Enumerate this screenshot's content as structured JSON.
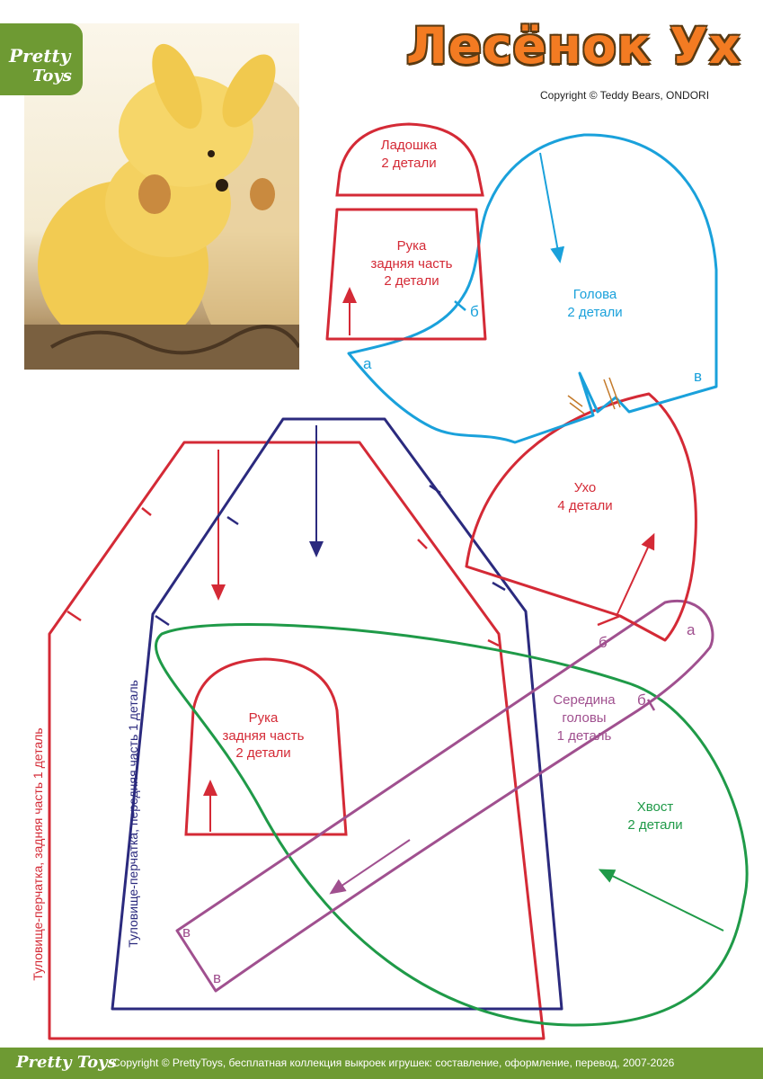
{
  "header": {
    "brand_line1": "Pretty",
    "brand_line2": "Toys",
    "title": "Лесёнок Ух",
    "copyright": "Copyright © Teddy Bears, ONDORI"
  },
  "colors": {
    "red": "#d42a36",
    "blue": "#1aa1db",
    "navy": "#2b2a7e",
    "green": "#1f9a48",
    "purple": "#a0508f",
    "brand_green": "#6e9a33",
    "title_orange": "#f37b22"
  },
  "pieces": {
    "palm": {
      "name": "Ладошка",
      "count": "2 детали"
    },
    "arm_top": {
      "name": "Рука",
      "sub": "задняя часть",
      "count": "2 детали"
    },
    "head": {
      "name": "Голова",
      "count": "2 детали"
    },
    "ear": {
      "name": "Ухо",
      "count": "4 детали"
    },
    "arm_bottom": {
      "name": "Рука",
      "sub": "задняя часть",
      "count": "2 детали"
    },
    "head_center": {
      "name": "Середина",
      "sub": "головы",
      "count": "1 деталь"
    },
    "tail": {
      "name": "Хвост",
      "count": "2 детали"
    },
    "body_back": {
      "label": "Туловище-перчатка, задняя часть 1 деталь"
    },
    "body_front": {
      "label": "Туловище-перчатка, передняя часть 1 деталь"
    }
  },
  "marks": {
    "a": "а",
    "b": "б",
    "v": "в"
  },
  "footer": {
    "brand": "Pretty Toys",
    "copyright": "Copyright © PrettyToys, бесплатная коллекция выкроек игрушек: составление, оформление, перевод, 2007-2026"
  }
}
